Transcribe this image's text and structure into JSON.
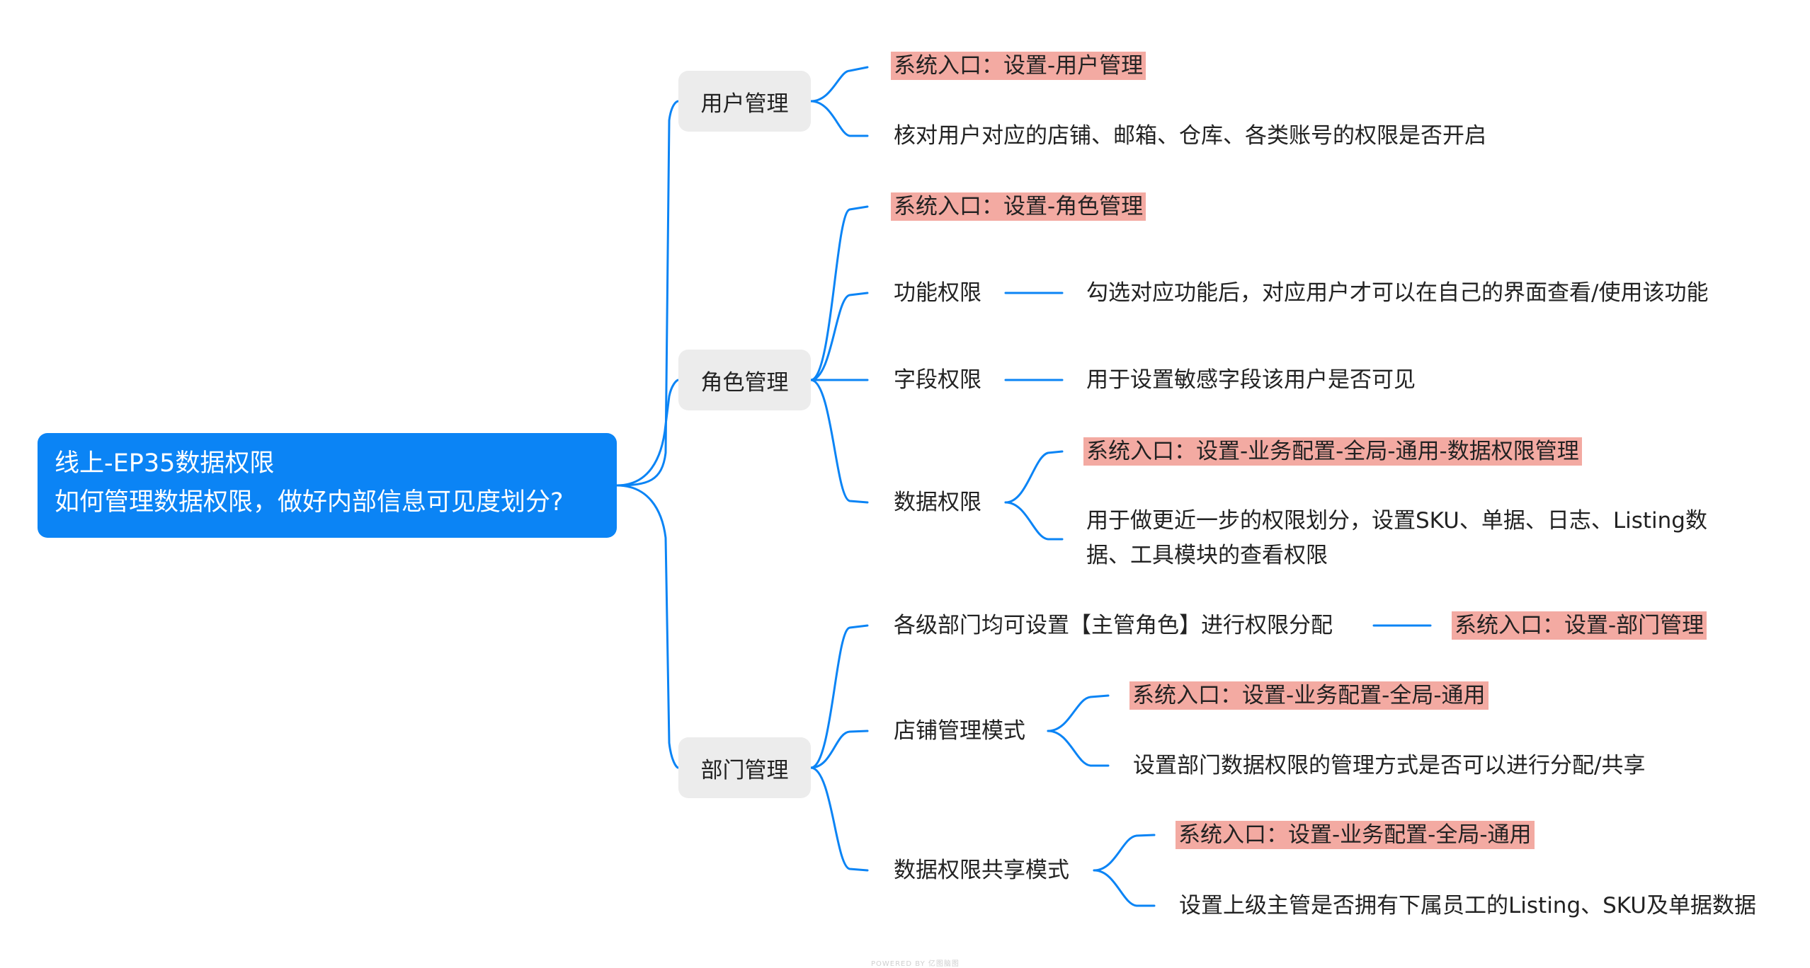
{
  "root": {
    "line1": "线上-EP35数据权限",
    "line2": "如何管理数据权限，做好内部信息可见度划分?"
  },
  "branches": {
    "user": {
      "label": "用户管理",
      "entry": "系统入口：设置-用户管理",
      "desc": "核对用户对应的店铺、邮箱、仓库、各类账号的权限是否开启"
    },
    "role": {
      "label": "角色管理",
      "entry": "系统入口：设置-角色管理",
      "func_label": "功能权限",
      "func_desc": "勾选对应功能后，对应用户才可以在自己的界面查看/使用该功能",
      "field_label": "字段权限",
      "field_desc": "用于设置敏感字段该用户是否可见",
      "data_label": "数据权限",
      "data_entry": "系统入口：设置-业务配置-全局-通用-数据权限管理",
      "data_desc": "用于做更近一步的权限划分，设置SKU、单据、日志、Listing数据、工具模块的查看权限"
    },
    "dept": {
      "label": "部门管理",
      "manager_label": "各级部门均可设置【主管角色】进行权限分配",
      "manager_entry": "系统入口：设置-部门管理",
      "store_label": "店铺管理模式",
      "store_entry": "系统入口：设置-业务配置-全局-通用",
      "store_desc": "设置部门数据权限的管理方式是否可以进行分配/共享",
      "share_label": "数据权限共享模式",
      "share_entry": "系统入口：设置-业务配置-全局-通用",
      "share_desc": "设置上级主管是否拥有下属员工的Listing、SKU及单据数据"
    }
  },
  "footer": "POWERED BY 亿图脑图",
  "colors": {
    "root_bg": "#0b84f5",
    "branch_bg": "#ececec",
    "highlight": "#f3aaa2",
    "link": "#0b84f5"
  }
}
